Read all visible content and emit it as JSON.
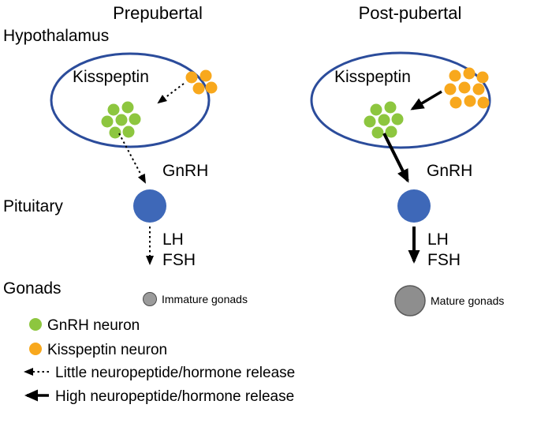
{
  "headers": {
    "prepubertal": "Prepubertal",
    "postpubertal": "Post-pubertal"
  },
  "regions": {
    "hypothalamus": "Hypothalamus",
    "pituitary": "Pituitary",
    "gonads": "Gonads"
  },
  "prepubertal": {
    "kisspeptin_label": "Kisspeptin",
    "gnrh_label": "GnRH",
    "lh_label": "LH",
    "fsh_label": "FSH",
    "gonad_label": "Immature gonads",
    "gnrh_neurons": [
      [
        144,
        139
      ],
      [
        162,
        136
      ],
      [
        136,
        154
      ],
      [
        154,
        152
      ],
      [
        171,
        151
      ],
      [
        146,
        168
      ],
      [
        163,
        167
      ]
    ],
    "kisspeptin_neurons": [
      [
        243,
        98
      ],
      [
        261,
        96
      ],
      [
        252,
        112
      ],
      [
        268,
        111
      ]
    ]
  },
  "postpubertal": {
    "kisspeptin_label": "Kisspeptin",
    "gnrh_label": "GnRH",
    "lh_label": "LH",
    "fsh_label": "FSH",
    "gonad_label": "Mature gonads",
    "gnrh_neurons": [
      [
        477,
        139
      ],
      [
        495,
        136
      ],
      [
        469,
        154
      ],
      [
        487,
        152
      ],
      [
        504,
        151
      ],
      [
        479,
        168
      ],
      [
        496,
        167
      ]
    ],
    "kisspeptin_neurons": [
      [
        577,
        96
      ],
      [
        595,
        93
      ],
      [
        612,
        98
      ],
      [
        571,
        113
      ],
      [
        589,
        111
      ],
      [
        607,
        113
      ],
      [
        578,
        130
      ],
      [
        596,
        128
      ],
      [
        613,
        130
      ]
    ]
  },
  "legend": {
    "gnrh_neuron": "GnRH neuron",
    "kisspeptin_neuron": "Kisspeptin neuron",
    "little_release": "Little neuropeptide/hormone release",
    "high_release": "High neuropeptide/hormone release"
  },
  "colors": {
    "gnrh_neuron": "#8DC63F",
    "kisspeptin_neuron": "#F8A81D",
    "pituitary": "#3E68B8",
    "hypothalamus_outline": "#2B4C9B",
    "immature_gonad": "#9B9B9B",
    "mature_gonad": "#8E8E8E",
    "arrow": "#000000"
  }
}
